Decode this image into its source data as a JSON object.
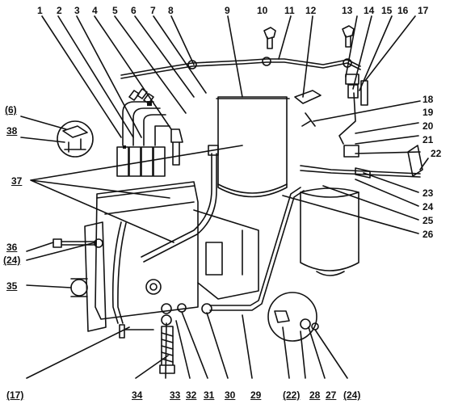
{
  "callouts": [
    {
      "id": "c1",
      "text": "1"
    },
    {
      "id": "c2",
      "text": "2"
    },
    {
      "id": "c3",
      "text": "3"
    },
    {
      "id": "c4",
      "text": "4"
    },
    {
      "id": "c5",
      "text": "5"
    },
    {
      "id": "c6",
      "text": "6"
    },
    {
      "id": "c7",
      "text": "7"
    },
    {
      "id": "c8",
      "text": "8"
    },
    {
      "id": "c9",
      "text": "9"
    },
    {
      "id": "c10",
      "text": "10"
    },
    {
      "id": "c11",
      "text": "11"
    },
    {
      "id": "c12",
      "text": "12"
    },
    {
      "id": "c13",
      "text": "13"
    },
    {
      "id": "c14",
      "text": "14"
    },
    {
      "id": "c15",
      "text": "15"
    },
    {
      "id": "c16",
      "text": "16"
    },
    {
      "id": "c17",
      "text": "17"
    },
    {
      "id": "c18",
      "text": "18"
    },
    {
      "id": "c19",
      "text": "19"
    },
    {
      "id": "c20",
      "text": "20"
    },
    {
      "id": "c21",
      "text": "21"
    },
    {
      "id": "c22",
      "text": "22"
    },
    {
      "id": "c23",
      "text": "23"
    },
    {
      "id": "c24",
      "text": "24"
    },
    {
      "id": "c25",
      "text": "25"
    },
    {
      "id": "c26",
      "text": "26"
    },
    {
      "id": "c6b",
      "text": "(6)"
    },
    {
      "id": "c38",
      "text": "38"
    },
    {
      "id": "c37",
      "text": "37"
    },
    {
      "id": "c36",
      "text": "36"
    },
    {
      "id": "c24b",
      "text": "(24)"
    },
    {
      "id": "c35",
      "text": "35"
    },
    {
      "id": "c17b",
      "text": "(17)"
    },
    {
      "id": "c34",
      "text": "34"
    },
    {
      "id": "c33",
      "text": "33"
    },
    {
      "id": "c32",
      "text": "32"
    },
    {
      "id": "c31",
      "text": "31"
    },
    {
      "id": "c30",
      "text": "30"
    },
    {
      "id": "c29",
      "text": "29"
    },
    {
      "id": "c22b",
      "text": "(22)"
    },
    {
      "id": "c28",
      "text": "28"
    },
    {
      "id": "c27",
      "text": "27"
    },
    {
      "id": "c24c",
      "text": "(24)"
    }
  ]
}
